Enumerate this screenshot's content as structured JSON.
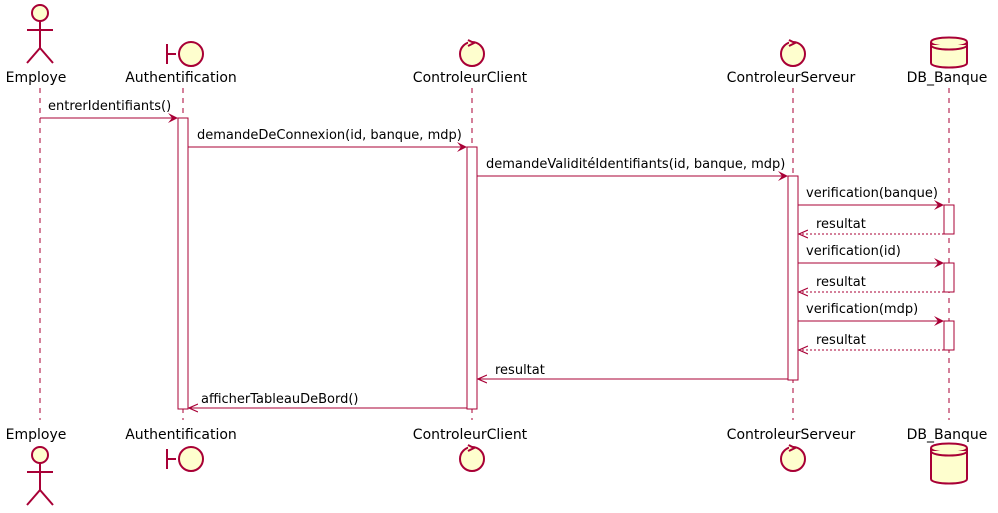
{
  "participants": {
    "employe": {
      "name": "Employe",
      "kind": "actor",
      "icon": "actor-icon"
    },
    "authentification": {
      "name": "Authentification",
      "kind": "boundary",
      "icon": "boundary-icon"
    },
    "controleur_client": {
      "name": "ControleurClient",
      "kind": "control",
      "icon": "control-icon"
    },
    "controleur_serveur": {
      "name": "ControleurServeur",
      "kind": "control",
      "icon": "control-icon"
    },
    "db_banque": {
      "name": "DB_Banque",
      "kind": "database",
      "icon": "database-icon"
    }
  },
  "messages": [
    {
      "from": "Employe",
      "to": "Authentification",
      "label": "entrerIdentifiants()",
      "type": "sync"
    },
    {
      "from": "Authentification",
      "to": "ControleurClient",
      "label": "demandeDeConnexion(id, banque, mdp)",
      "type": "sync"
    },
    {
      "from": "ControleurClient",
      "to": "ControleurServeur",
      "label": "demandeValiditéIdentifiants(id, banque, mdp)",
      "type": "sync"
    },
    {
      "from": "ControleurServeur",
      "to": "DB_Banque",
      "label": "verification(banque)",
      "type": "sync"
    },
    {
      "from": "DB_Banque",
      "to": "ControleurServeur",
      "label": "resultat",
      "type": "return"
    },
    {
      "from": "ControleurServeur",
      "to": "DB_Banque",
      "label": "verification(id)",
      "type": "sync"
    },
    {
      "from": "DB_Banque",
      "to": "ControleurServeur",
      "label": "resultat",
      "type": "return"
    },
    {
      "from": "ControleurServeur",
      "to": "DB_Banque",
      "label": "verification(mdp)",
      "type": "sync"
    },
    {
      "from": "DB_Banque",
      "to": "ControleurServeur",
      "label": "resultat",
      "type": "return"
    },
    {
      "from": "ControleurServeur",
      "to": "ControleurClient",
      "label": "resultat",
      "type": "sync"
    },
    {
      "from": "ControleurClient",
      "to": "Authentification",
      "label": "afficherTableauDeBord()",
      "type": "sync"
    }
  ],
  "colors": {
    "border": "#a80036",
    "fill": "#fefece",
    "background": "#ffffff",
    "text": "#000000"
  }
}
